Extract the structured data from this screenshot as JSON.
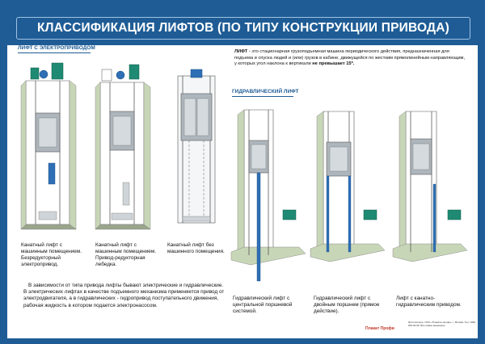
{
  "title": "КЛАССИФИКАЦИЯ ЛИФТОВ (ПО ТИПУ КОНСТРУКЦИИ ПРИВОДА)",
  "sections": {
    "electric": "ЛИФТ С ЭЛЕКТРОПРИВОДОМ",
    "hydraulic": "ГИДРАВЛИЧЕСКИЙ ЛИФТ"
  },
  "definition": {
    "term": "ЛИФТ",
    "text": " - это стационарная грузоподъемная машина периодического действия, предназначенная для подъема и спуска людей и (или) грузов в кабине, движущейся по жестким прямолинейным направляющим, у которых угол наклона к вертикали",
    "emphasis": "не превышает 15º."
  },
  "electric_lifts": [
    {
      "caption": "Канатный лифт с машинным помещением. Безредукторный электропривод."
    },
    {
      "caption": "Канатный лифт с машинным помещением. Привод-редукторная лебедка."
    },
    {
      "caption": "Канатный лифт без машинного помещения."
    }
  ],
  "hydraulic_lifts": [
    {
      "caption": "Гидравлический лифт с центральной поршневой системой."
    },
    {
      "caption": "Гидравлический лифт с двойным поршнем (прямое действие)."
    },
    {
      "caption": "Лифт с канатно-гидравлическим приводом."
    }
  ],
  "note": "В зависимости от типа привода лифты бывают электрические и гидравлические. В электрических лифтах в качестве подъемного механизма применяется привод от электродвигателя, а в гидравлических - гидропривод поступательного движения, рабочая жидкость в котором подается электронасосом.",
  "footer": {
    "logo": "Плакат Профи",
    "imprint": "Изготовитель: ООО «Плакаты-профи», г. Москва. Тел. (495) 000-00-00. Все права защищены."
  },
  "colors": {
    "frame": "#1f5c95",
    "shaft": "#c8d6b8",
    "car": "#aeb6bd",
    "pump": "#1f8a73",
    "piston": "#2e6fb5"
  }
}
